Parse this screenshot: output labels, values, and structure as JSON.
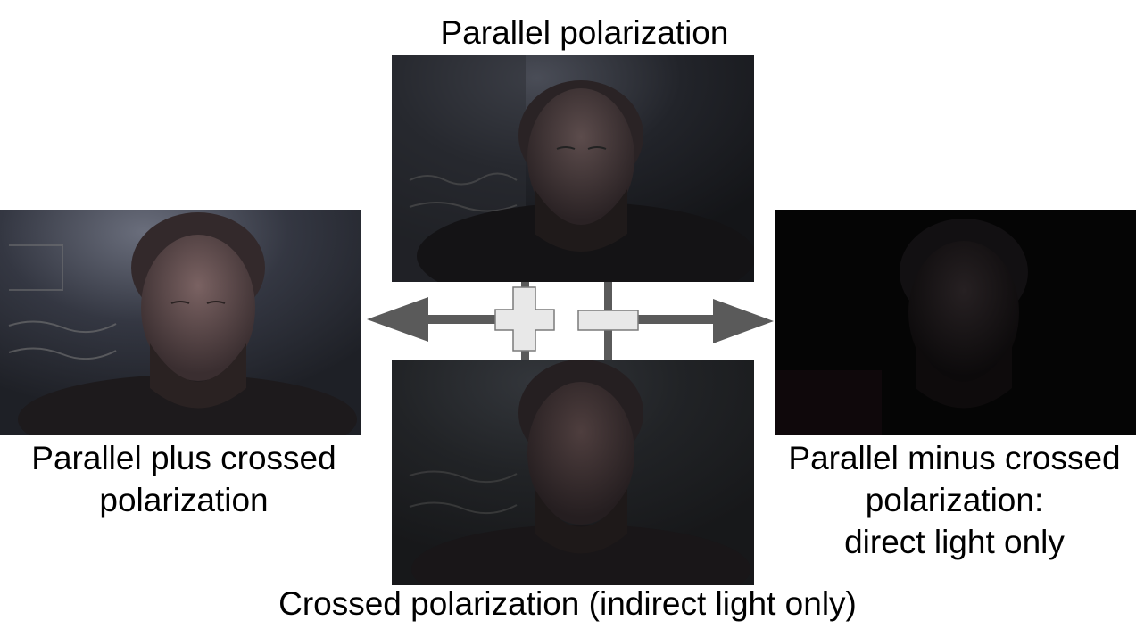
{
  "labels": {
    "top": "Parallel polarization",
    "left_line1": "Parallel plus crossed",
    "left_line2": "polarization",
    "right_line1": "Parallel minus crossed",
    "right_line2": "polarization:",
    "right_line3": "direct light only",
    "bottom": "Crossed polarization (indirect light only)"
  },
  "operators": {
    "plus": "plus-sign",
    "minus": "minus-sign"
  },
  "colors": {
    "arrow": "#5a5a5a",
    "operator_fill": "#e8e8e8",
    "operator_stroke": "#7a7a7a"
  }
}
